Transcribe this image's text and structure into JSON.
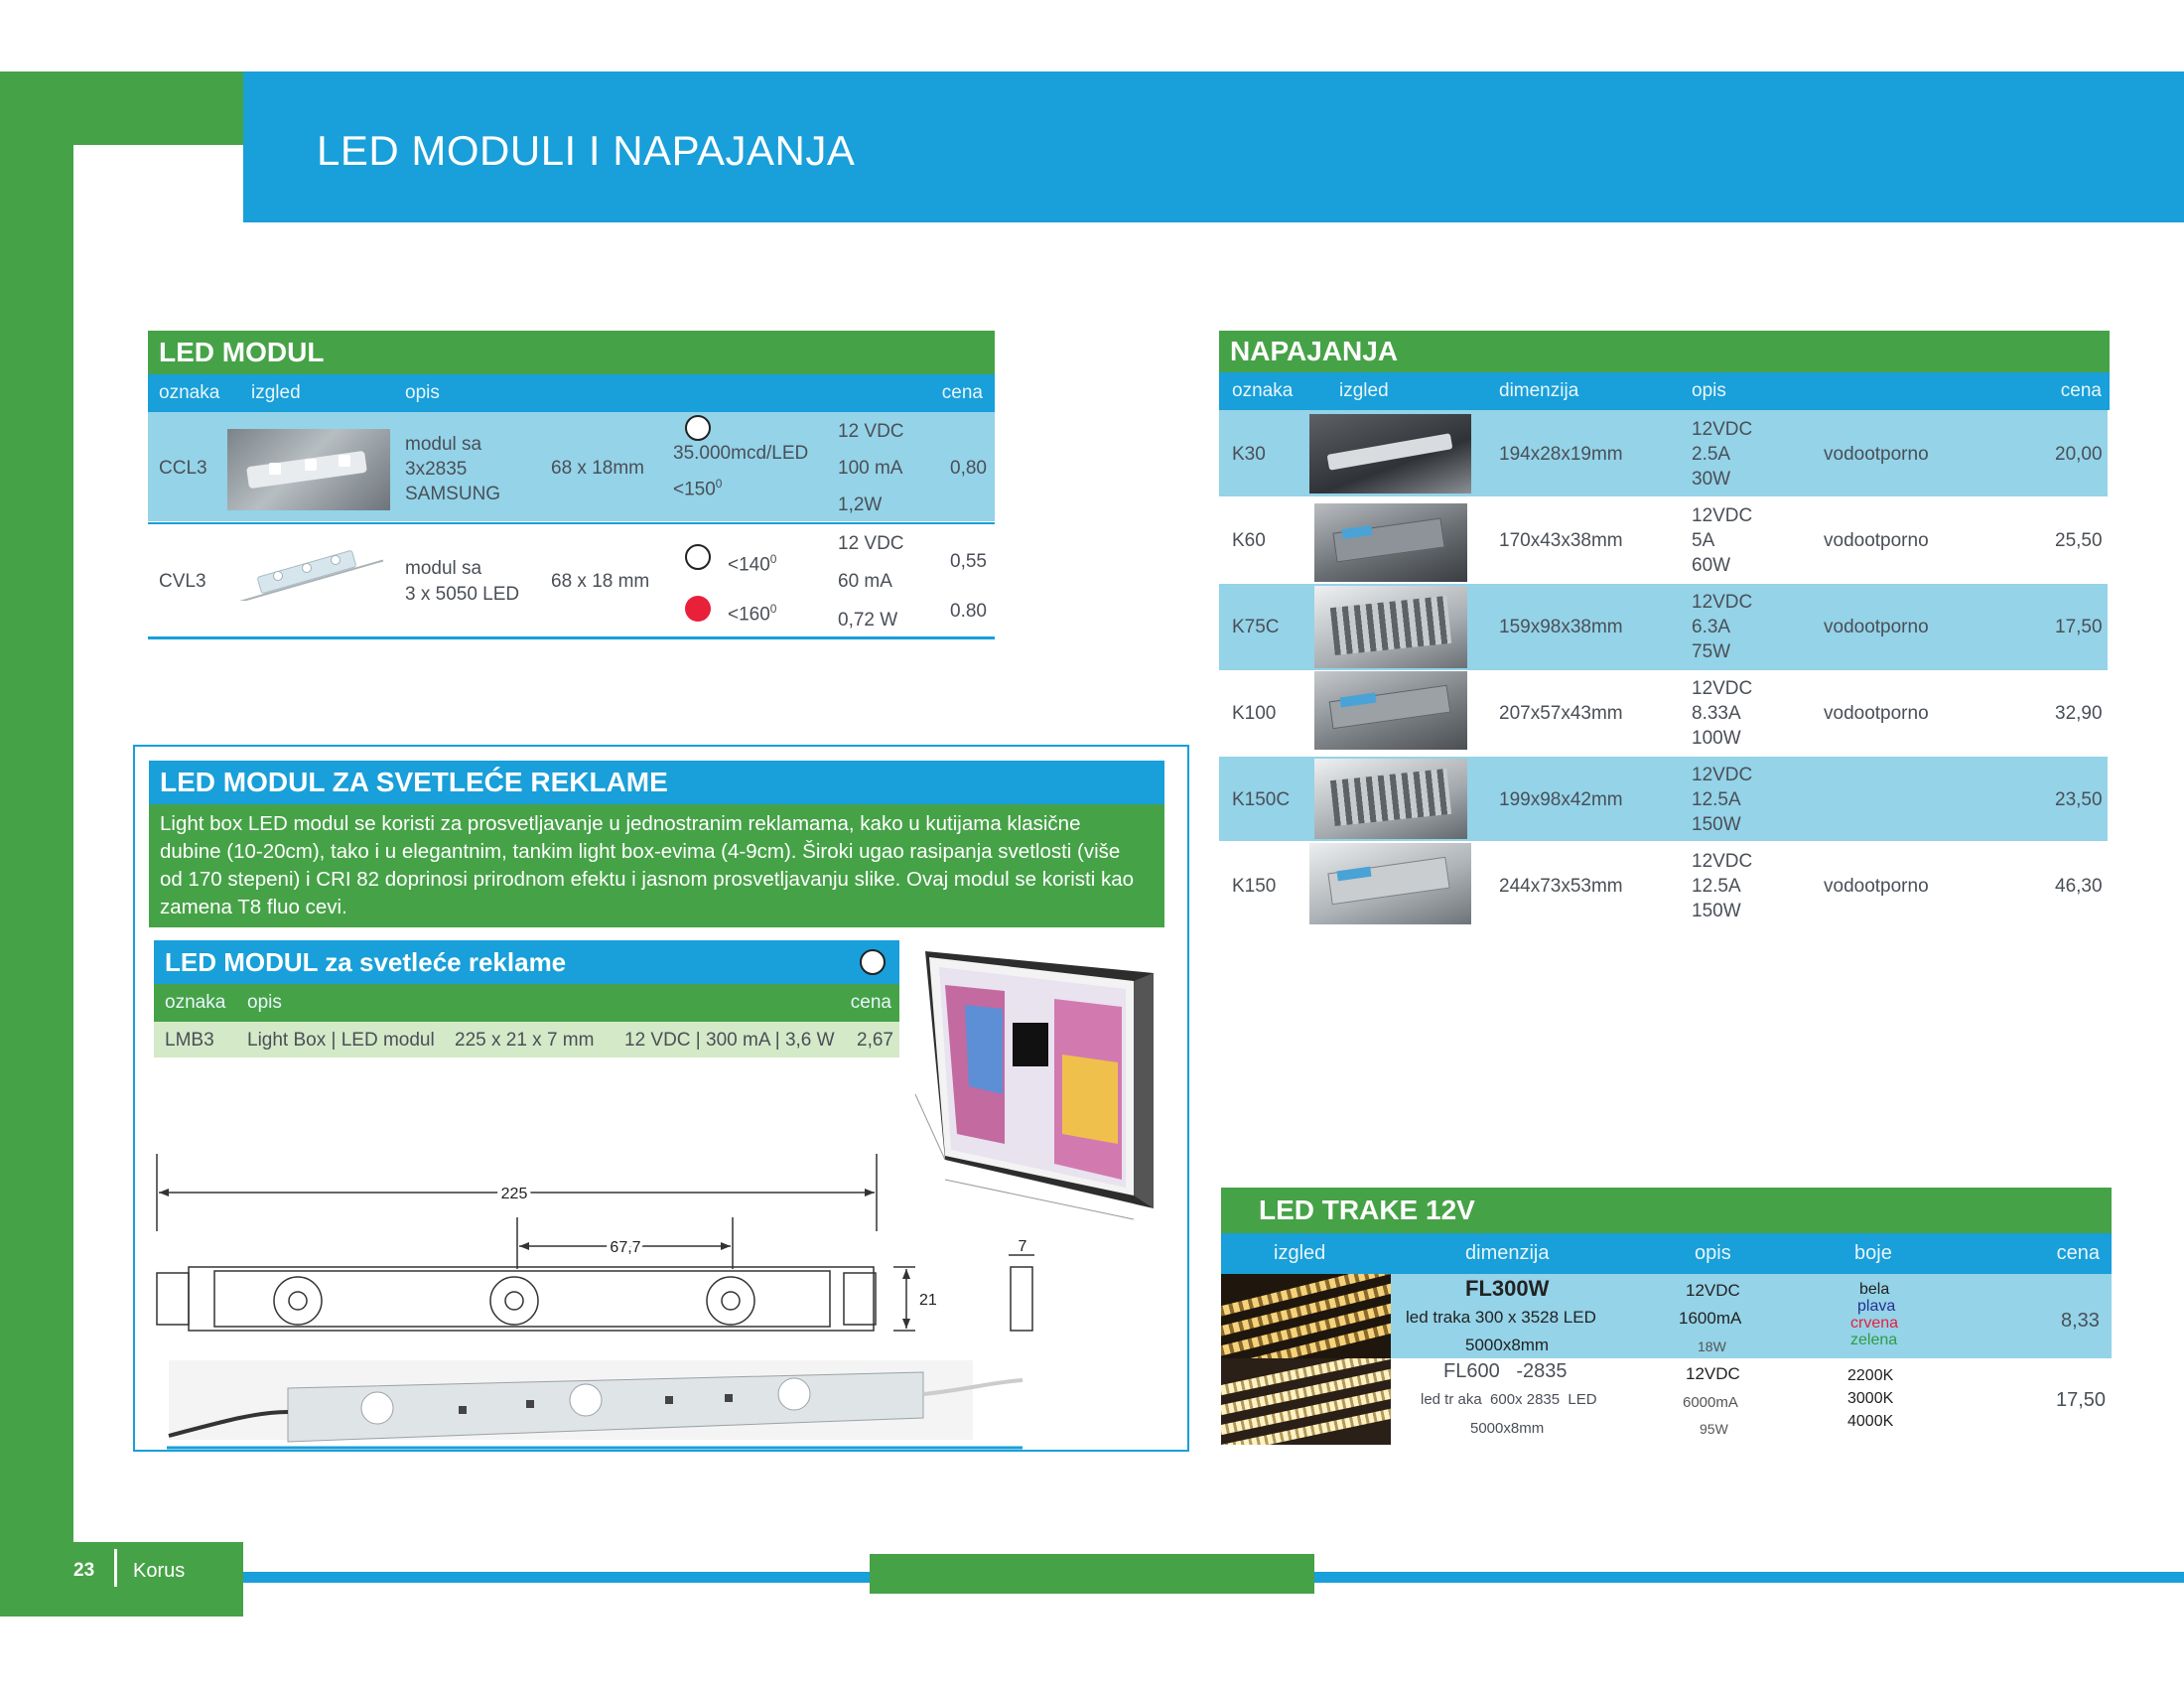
{
  "page": {
    "title": "LED MODULI I NAPAJANJA",
    "page_number": "23",
    "brand": "Korus"
  },
  "led_modul": {
    "title": "LED MODUL",
    "columns": {
      "oznaka": "oznaka",
      "izgled": "izgled",
      "opis": "opis",
      "cena": "cena"
    },
    "rows": [
      {
        "code": "CCL3",
        "desc": [
          "modul sa",
          "3x2835",
          "SAMSUNG"
        ],
        "dim": "68 x 18mm",
        "lum": "35.000mcd/LED",
        "angle": "<150",
        "angle_sup": "0",
        "voltage": "12 VDC",
        "current": "100 mA",
        "power": "1,2W",
        "price": "0,80"
      },
      {
        "code": "CVL3",
        "desc": [
          "modul sa",
          "3 x 5050 LED"
        ],
        "dim": "68 x 18 mm",
        "angle_white": "<140",
        "angle_white_sup": "0",
        "angle_red": "<160",
        "angle_red_sup": "0",
        "voltage": "12 VDC",
        "current": "60 mA",
        "power": "0,72 W",
        "price_white": "0,55",
        "price_red": "0.80"
      }
    ]
  },
  "reklame": {
    "title": "LED MODUL ZA SVETLEĆE REKLAME",
    "text_lines": [
      "Light box LED modul se koristi za prosvetljavanje u jednostranim reklamama, kako u kutijama klasične",
      "dubine (10-20cm), tako i u elegantnim, tankim light box-evima (4-9cm). Široki ugao rasipanja svetlosti (više",
      "od 170 stepeni) i CRI 82 doprinosi prirodnom efektu i jasnom prosvetljavanju slike. Ovaj modul se koristi kao",
      "zamena T8 fluo cevi."
    ],
    "sub_title": "LED MODUL za svetleće reklame",
    "columns": {
      "oznaka": "oznaka",
      "opis": "opis",
      "cena": "cena"
    },
    "row": {
      "code": "LMB3",
      "desc": "Light Box | LED modul",
      "dim": "225 x 21 x 7 mm",
      "spec": "12 VDC | 300 mA | 3,6 W",
      "price": "2,67"
    },
    "drawing": {
      "length": "225",
      "spacing": "67,7",
      "width": "21",
      "depth": "7"
    }
  },
  "napajanja": {
    "title": "NAPAJANJA",
    "columns": {
      "oznaka": "oznaka",
      "izgled": "izgled",
      "dimenzija": "dimenzija",
      "opis": "opis",
      "cena": "cena"
    },
    "rows": [
      {
        "code": "K30",
        "dim": "194x28x19mm",
        "spec": [
          "12VDC",
          "2.5A",
          "30W"
        ],
        "note": "vodootporno",
        "price": "20,00"
      },
      {
        "code": "K60",
        "dim": "170x43x38mm",
        "spec": [
          "12VDC",
          "5A",
          "60W"
        ],
        "note": "vodootporno",
        "price": "25,50"
      },
      {
        "code": "K75C",
        "dim": "159x98x38mm",
        "spec": [
          "12VDC",
          "6.3A",
          "75W"
        ],
        "note": "vodootporno",
        "price": "17,50"
      },
      {
        "code": "K100",
        "dim": "207x57x43mm",
        "spec": [
          "12VDC",
          "8.33A",
          "100W"
        ],
        "note": "vodootporno",
        "price": "32,90"
      },
      {
        "code": "K150C",
        "dim": "199x98x42mm",
        "spec": [
          "12VDC",
          "12.5A",
          "150W"
        ],
        "note": "",
        "price": "23,50"
      },
      {
        "code": "K150",
        "dim": "244x73x53mm",
        "spec": [
          "12VDC",
          "12.5A",
          "150W"
        ],
        "note": "vodootporno",
        "price": "46,30"
      }
    ]
  },
  "trake": {
    "title": "LED TRAKE 12V",
    "columns": {
      "izgled": "izgled",
      "dimenzija": "dimenzija",
      "opis": "opis",
      "boje": "boje",
      "cena": "cena"
    },
    "rows": [
      {
        "name": "FL300W",
        "desc": "led traka 300 x 3528 LED",
        "size": "5000x8mm",
        "voltage": "12VDC",
        "current": "1600mA",
        "power": "18W",
        "colors": [
          "bela",
          "plava",
          "crvena",
          "zelena"
        ],
        "price": "8,33"
      },
      {
        "name": "FL600   -2835",
        "desc": "led tr aka  600x 2835  LED",
        "size": "5000x8mm",
        "voltage": "12VDC",
        "current": "6000mA",
        "power": "95W",
        "colors": [
          "2200K",
          "3000K",
          "4000K"
        ],
        "price": "17,50"
      }
    ]
  },
  "colors": {
    "green": "#46a247",
    "blue": "#199fd9",
    "light_blue": "#94d3e8",
    "light_green": "#d4e9c7",
    "red_led": "#e8203a"
  }
}
